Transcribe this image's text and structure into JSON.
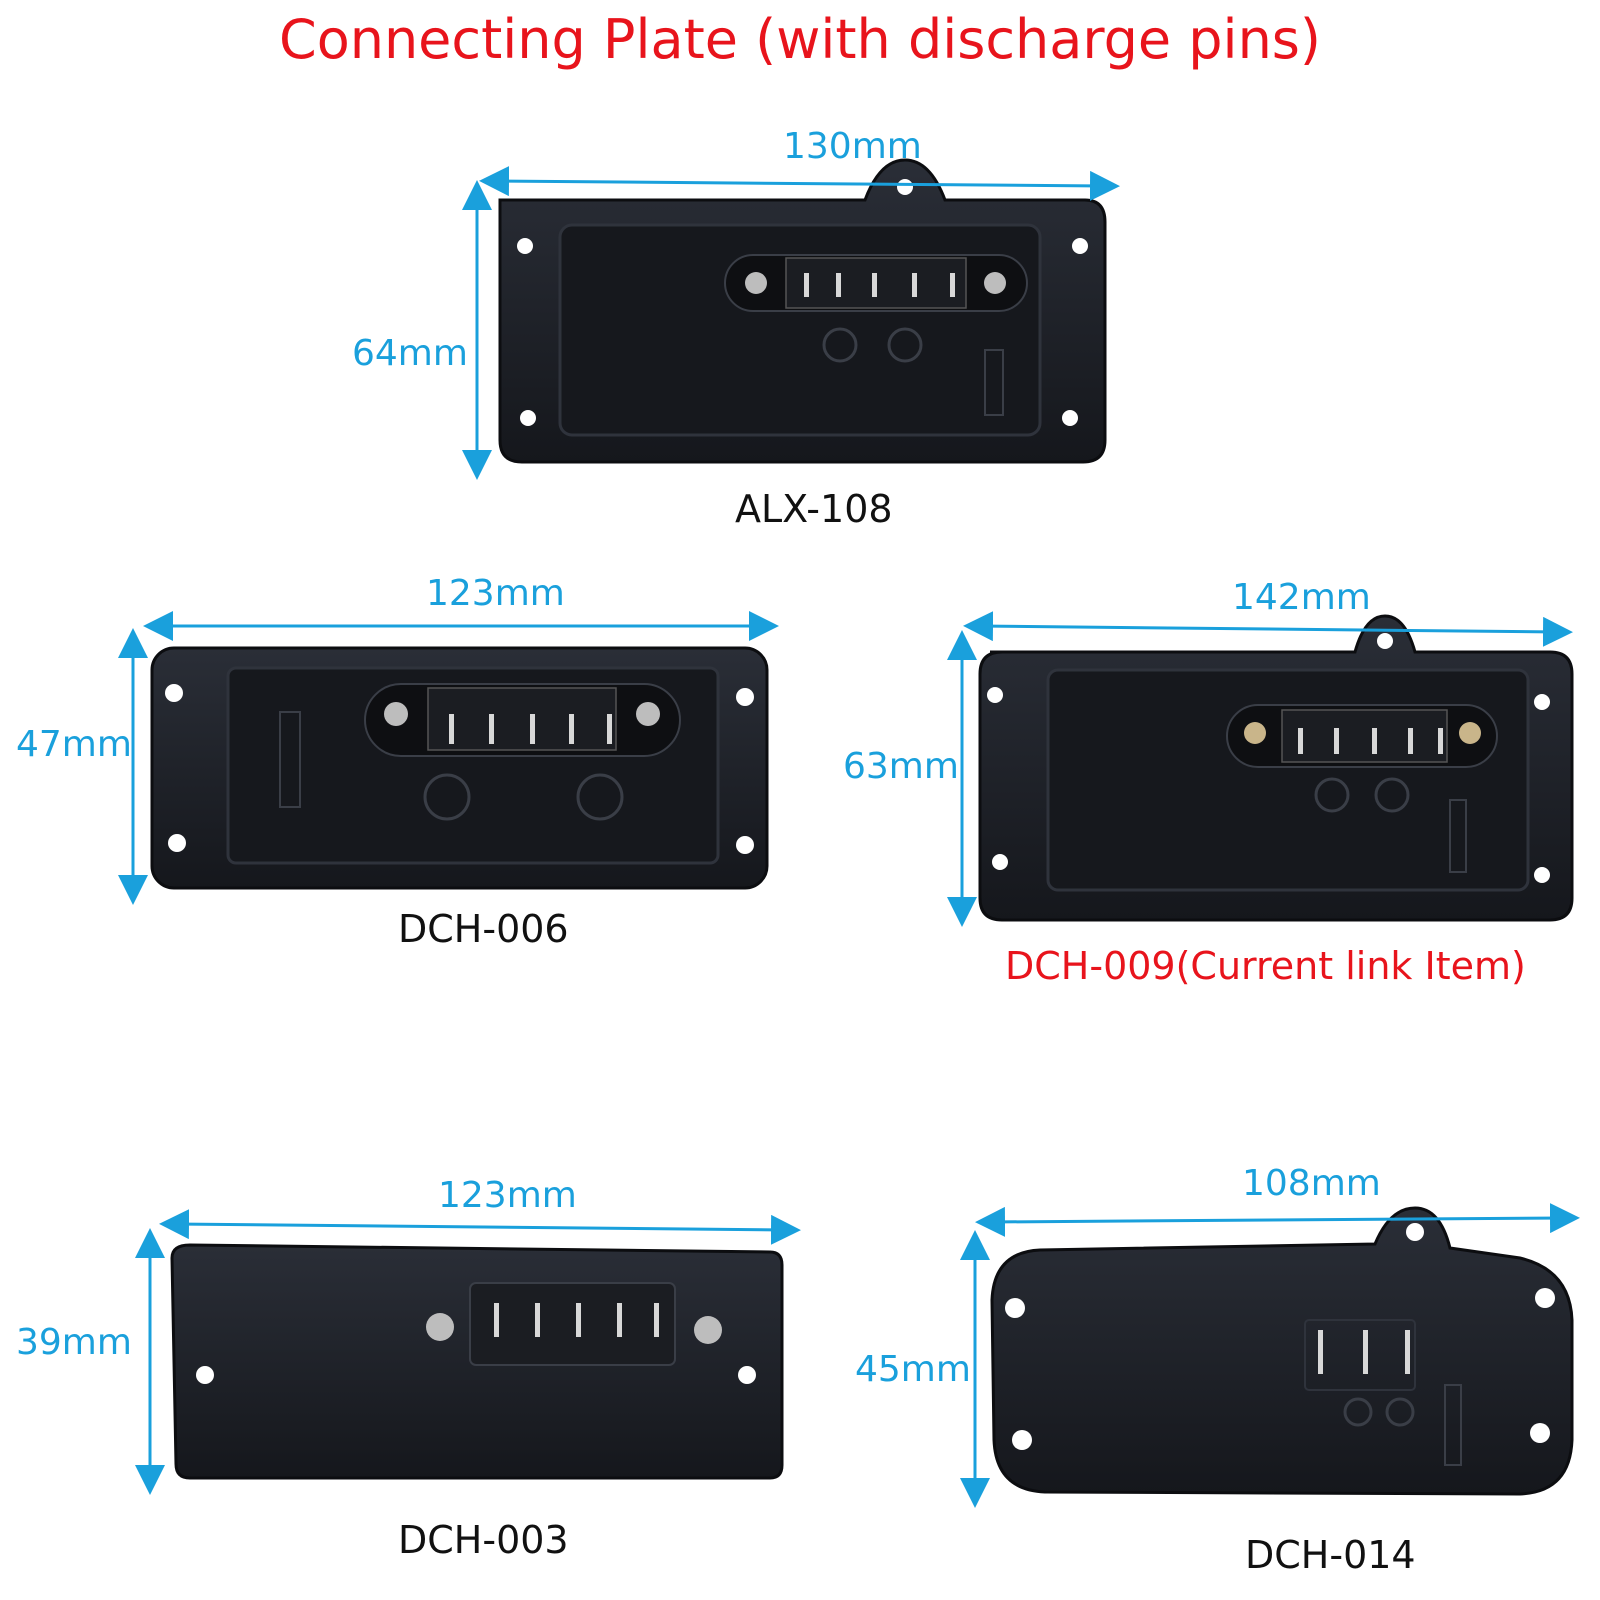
{
  "title": "Connecting Plate (with discharge pins)",
  "colors": {
    "title": "#e8141c",
    "dimension": "#1aa0dc",
    "plate": "#1c1f26",
    "highlight": "#e8141c"
  },
  "plates": [
    {
      "model": "ALX-108",
      "width": "130mm",
      "height": "64mm",
      "pins": 5,
      "current": false
    },
    {
      "model": "DCH-006",
      "width": "123mm",
      "height": "47mm",
      "pins": 5,
      "current": false
    },
    {
      "model": "DCH-009(Current link Item)",
      "width": "142mm",
      "height": "63mm",
      "pins": 5,
      "current": true
    },
    {
      "model": "DCH-003",
      "width": "123mm",
      "height": "39mm",
      "pins": 5,
      "current": false
    },
    {
      "model": "DCH-014",
      "width": "108mm",
      "height": "45mm",
      "pins": 3,
      "current": false
    }
  ]
}
